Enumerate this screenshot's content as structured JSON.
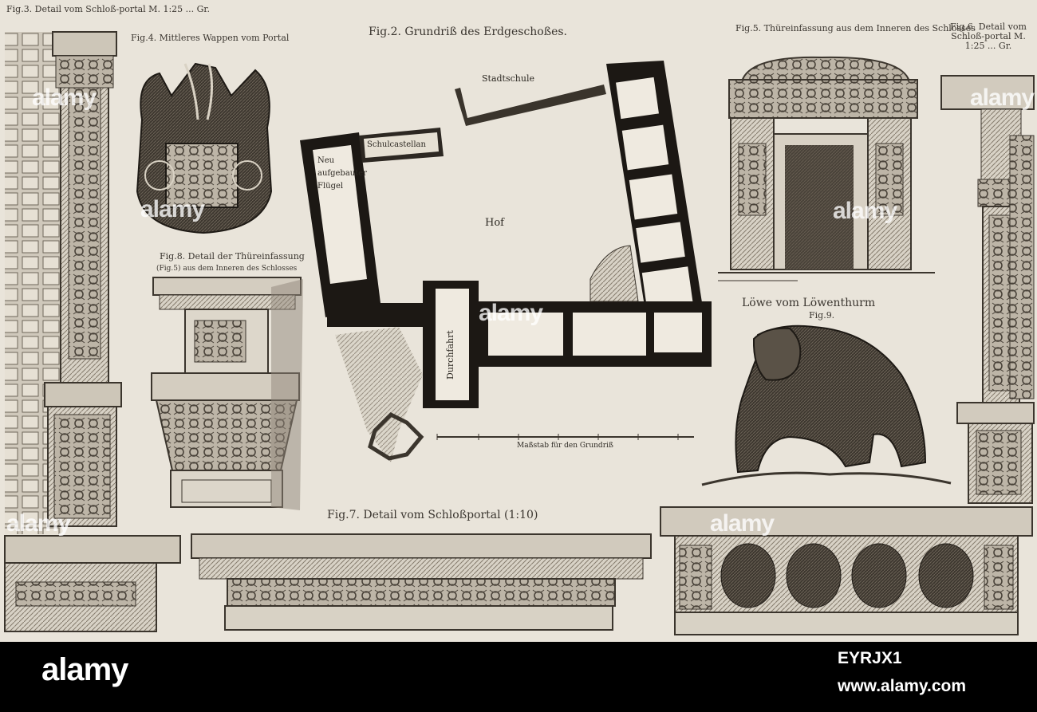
{
  "plate": {
    "fig3_caption": "Fig.3. Detail vom Schloß-portal M. 1:25 ... Gr.",
    "fig4_caption": "Fig.4. Mittleres Wappen vom Portal",
    "fig2_caption": "Fig.2. Grundriß des Erdgeschoßes.",
    "fig5_caption": "Fig.5. Thüreinfassung aus dem Inneren des Schlosses",
    "fig6_caption": "Fig.6. Detail vom Schloß-portal M. 1:25 ... Gr.",
    "fig8_caption": "Fig.8. Detail der Thüreinfassung",
    "fig8_subcaption": "(Fig.5) aus dem Inneren des Schlosses",
    "fig9_caption": "Löwe vom Löwenthurm",
    "fig9_number": "Fig.9.",
    "fig7_caption": "Fig.7. Detail vom Schloßportal (1:10)",
    "plan_labels": {
      "stadtschule": "Stadtschule",
      "schulcastellan": "Schulcastellan",
      "neu_wing": "Neu aufgebauter Flügel",
      "hof": "Hof",
      "durchfahrt": "Durchfahrt",
      "scale": "Maßstab für den Grundriß"
    }
  },
  "watermarks": [
    "alamy",
    "alamy",
    "alamy",
    "alamy",
    "alamy",
    "alamy",
    "alamy"
  ],
  "footer": {
    "logo": "alamy",
    "image_id": "EYRJX1",
    "url": "www.alamy.com"
  },
  "colors": {
    "paper": "#e9e4da",
    "ink": "#2c2822",
    "footer": "#000000"
  }
}
